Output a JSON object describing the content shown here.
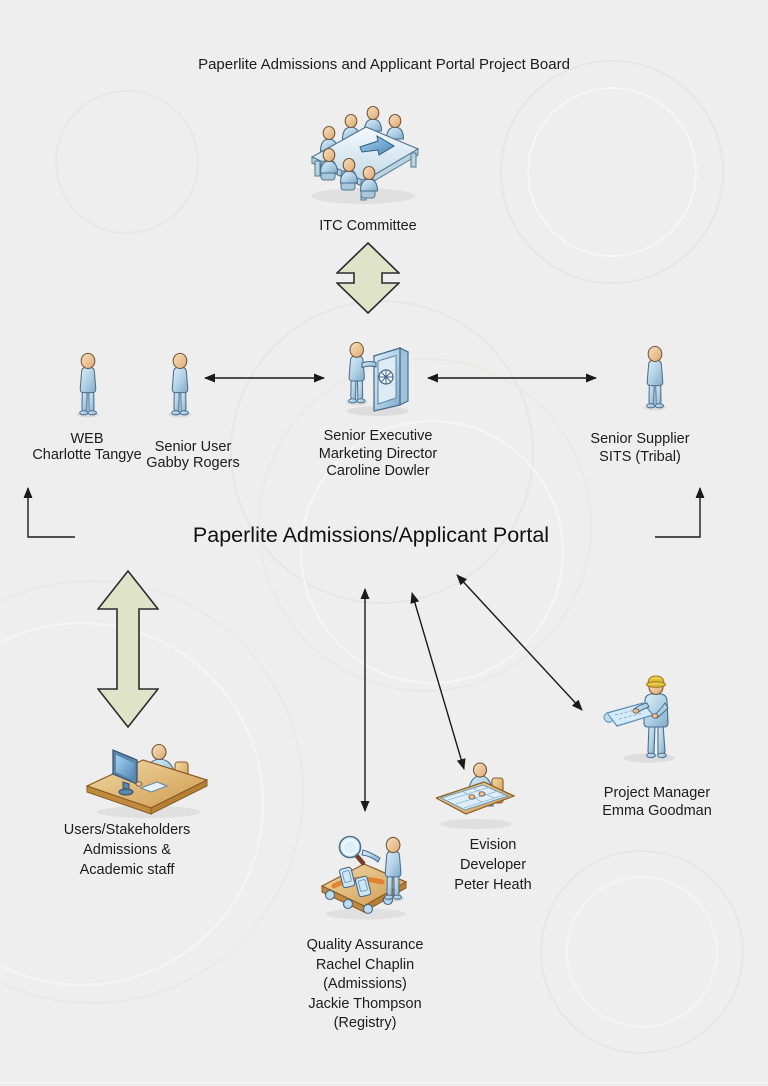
{
  "page": {
    "title": "Paperlite Admissions and Applicant Portal Project Board",
    "heading": "Paperlite Admissions/Applicant Portal",
    "background_color": "#eeeeee",
    "text_color": "#1c1c1c"
  },
  "colors": {
    "block_arrow_fill": "#dfe4c8",
    "block_arrow_stroke": "#2b2b2b",
    "connector_line": "#1a1a1a",
    "figure_blue": "#9cc4de",
    "skin_tone": "#eec79a",
    "desk_tan": "#dcae62",
    "hardhat_yellow": "#e2bb35"
  },
  "nodes": {
    "itc_committee": {
      "icon": "meeting-table-icon",
      "lines": [
        "ITC Committee"
      ]
    },
    "web": {
      "icon": "standing-person-icon",
      "lines": [
        "WEB",
        "Charlotte Tangye"
      ]
    },
    "senior_user": {
      "icon": "standing-person-icon",
      "lines": [
        "Senior User",
        "Gabby Rogers"
      ]
    },
    "senior_executive": {
      "icon": "person-with-safe-icon",
      "lines": [
        "Senior Executive",
        "Marketing Director",
        "Caroline Dowler"
      ]
    },
    "senior_supplier": {
      "icon": "standing-person-icon",
      "lines": [
        "Senior Supplier",
        "SITS (Tribal)"
      ]
    },
    "users_stakeholders": {
      "icon": "person-at-computer-icon",
      "lines": [
        "Users/Stakeholders",
        "Admissions &",
        "Academic staff"
      ]
    },
    "quality_assurance": {
      "icon": "inspector-magnifier-icon",
      "lines": [
        "Quality Assurance",
        "Rachel Chaplin",
        "(Admissions)",
        "Jackie Thompson",
        "(Registry)"
      ]
    },
    "evision_developer": {
      "icon": "drafting-desk-icon",
      "lines": [
        "Evision",
        "Developer",
        "Peter Heath"
      ]
    },
    "project_manager": {
      "icon": "engineer-blueprint-icon",
      "lines": [
        "Project Manager",
        "Emma Goodman"
      ]
    }
  }
}
